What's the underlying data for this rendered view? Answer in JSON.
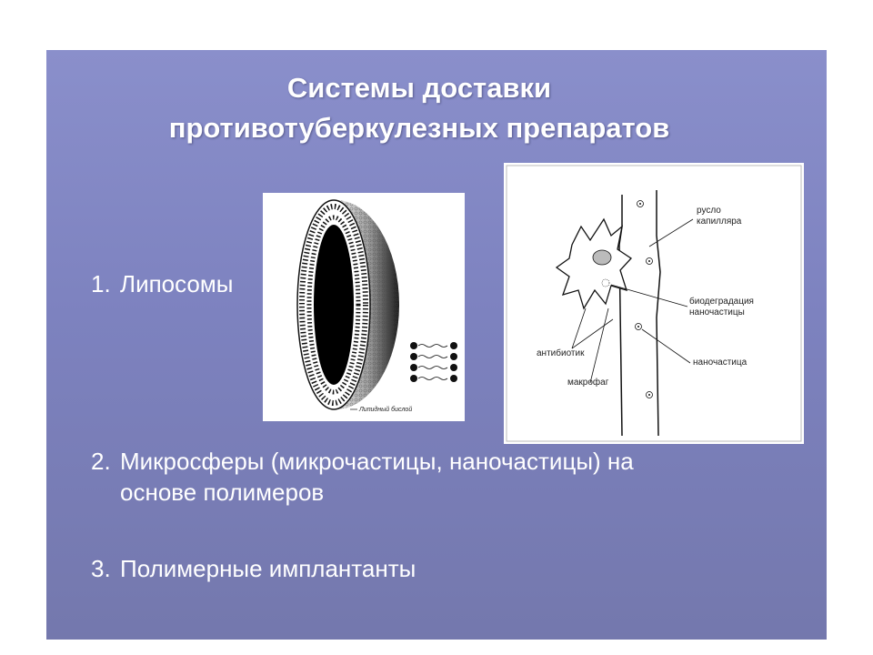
{
  "title": {
    "line1": "Системы доставки",
    "line2": "противотуберкулезных препаратов"
  },
  "items": [
    {
      "num": "1.",
      "text": "Липосомы"
    },
    {
      "num": "2.",
      "text": "Микросферы (микрочастицы, наночастицы) на",
      "cont": "основе полимеров"
    },
    {
      "num": "3.",
      "text": "Полимерные имплантанты"
    }
  ],
  "liposome_figure": {
    "label": "Липидный бислой"
  },
  "capillary_figure": {
    "labels": {
      "capillary_bed": "русло\nкапилляра",
      "biodegradation": "биодеградация\nнаночастицы",
      "antibiotic": "антибиотик",
      "nanoparticle": "наночастица",
      "macrophage": "макрофаг"
    }
  },
  "colors": {
    "slide_top": "#8a8fcb",
    "slide_bottom": "#7478ad",
    "text": "#ffffff"
  }
}
